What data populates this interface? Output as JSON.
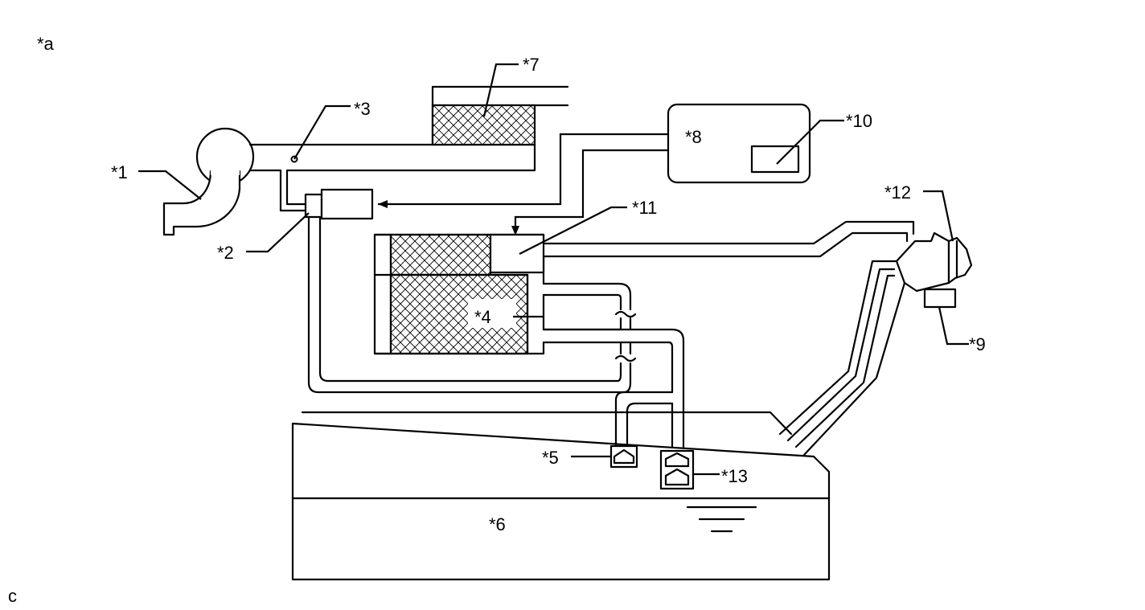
{
  "figure": {
    "corner_label": "*a",
    "footer_mark": "c",
    "callouts": {
      "c1": "*1",
      "c2": "*2",
      "c3": "*3",
      "c4": "*4",
      "c5": "*5",
      "c6": "*6",
      "c7": "*7",
      "c8": "*8",
      "c9": "*9",
      "c10": "*10",
      "c11": "*11",
      "c12": "*12",
      "c13": "*13"
    }
  },
  "colors": {
    "line": "#000000",
    "background": "#ffffff"
  }
}
